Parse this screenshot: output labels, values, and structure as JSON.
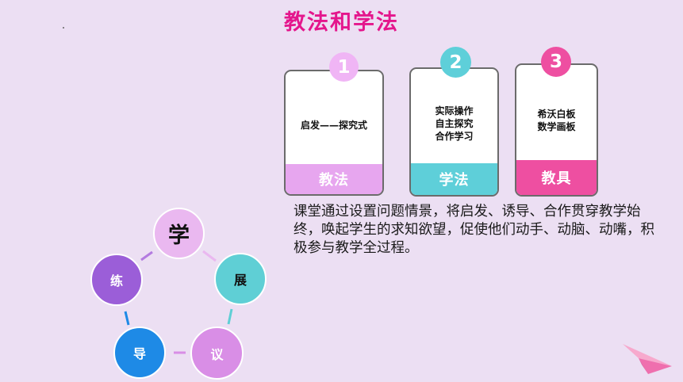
{
  "title": "教法和学法",
  "cards": [
    {
      "number": "1",
      "body_lines": [
        "启发——探究式"
      ],
      "band": "教法",
      "band_color": "#e7a6ef",
      "badge_color": "#f0b5f5"
    },
    {
      "number": "2",
      "body_lines": [
        "实际操作",
        "自主探究",
        "合作学习"
      ],
      "band": "学法",
      "band_color": "#5ecfd9",
      "badge_color": "#5ecfd9"
    },
    {
      "number": "3",
      "body_lines": [
        "希沃白板",
        "数学画板"
      ],
      "band": "教具",
      "band_color": "#ee4fa1",
      "badge_color": "#ee4fa1"
    }
  ],
  "description": "课堂通过设置问题情景，将启发、诱导、合作贯穿教学始终，唤起学生的求知欲望，促使他们动手、动脑、动嘴，积极参与教学全过程。",
  "cycle": {
    "xue": {
      "label": "学",
      "color": "#eab8f0"
    },
    "zhan": {
      "label": "展",
      "color": "#5fcfd5"
    },
    "yi": {
      "label": "议",
      "color": "#d98ee6"
    },
    "dao": {
      "label": "导",
      "color": "#1e8ae6"
    },
    "lian": {
      "label": "练",
      "color": "#9b5ed8"
    }
  }
}
